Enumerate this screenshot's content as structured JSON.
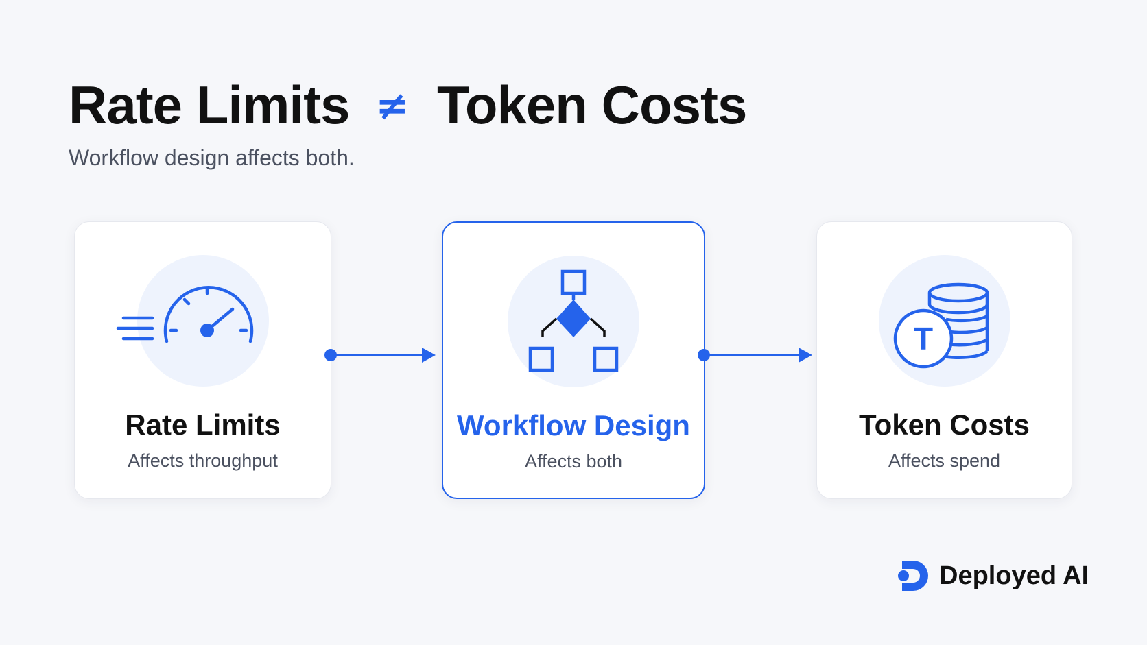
{
  "header": {
    "title_left": "Rate Limits",
    "title_symbol": "≠",
    "title_right": "Token Costs",
    "subtitle": "Workflow design affects both."
  },
  "cards": [
    {
      "title": "Rate Limits",
      "description": "Affects throughput",
      "icon": "speedometer-icon"
    },
    {
      "title": "Workflow Design",
      "description": "Affects both",
      "icon": "flowchart-icon",
      "highlighted": true
    },
    {
      "title": "Token Costs",
      "description": "Affects spend",
      "icon": "token-coins-icon",
      "coin_letter": "T"
    }
  ],
  "brand": {
    "name": "Deployed AI",
    "icon": "deployed-ai-logo-icon"
  },
  "colors": {
    "accent": "#2563eb",
    "background": "#f6f7fa",
    "card": "#ffffff",
    "icon_bg": "#eef3fd",
    "text": "#111111",
    "muted_text": "#4b5160"
  }
}
